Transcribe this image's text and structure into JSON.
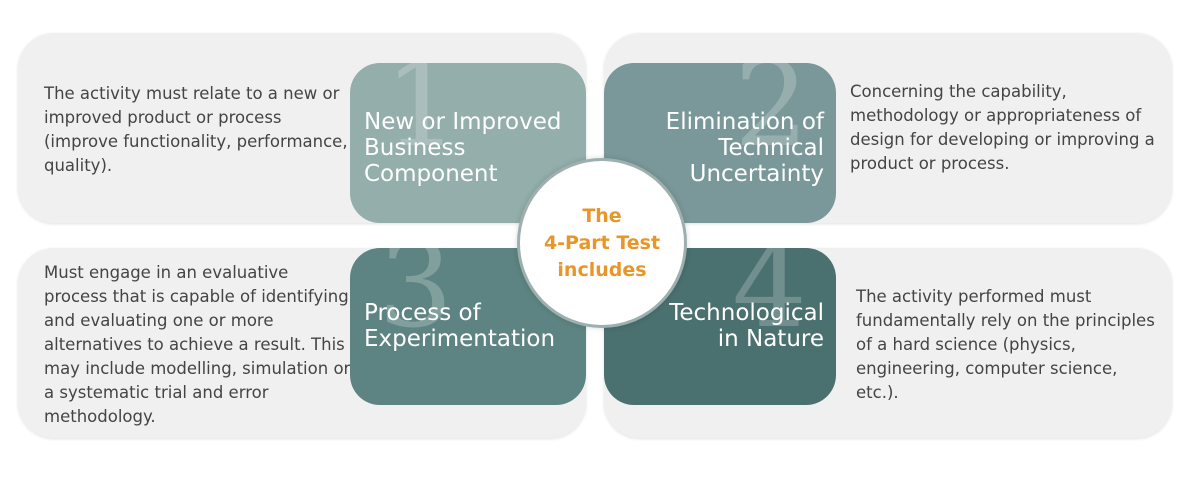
{
  "colors": {
    "panel_bg": "#f0f0f0",
    "tile_1": "#93aeab",
    "tile_2": "#7a9899",
    "tile_3": "#5d8482",
    "tile_4": "#4a706f",
    "center_text": "#e8962a",
    "body_text": "#444444"
  },
  "center": {
    "title": "The\n4-Part Test\nincludes"
  },
  "parts": [
    {
      "number": "1",
      "title": "New or Improved\nBusiness\nComponent",
      "description": "The activity must relate to a new or improved product or process (improve functionality, performance, quality)."
    },
    {
      "number": "2",
      "title": "Elimination of\nTechnical\nUncertainty",
      "description": "Concerning the capability, methodology or appropriateness of design for developing or improving a product or process."
    },
    {
      "number": "3",
      "title": "Process of\nExperimentation",
      "description": "Must engage in an evaluative process that is capable of identifying and evaluating one or more alternatives to achieve a result. This may include modelling, simulation or a systematic trial and error methodology."
    },
    {
      "number": "4",
      "title": "Technological\nin Nature",
      "description": "The activity performed must fundamentally rely on the principles of a hard science (physics, engineering, computer science, etc.)."
    }
  ]
}
